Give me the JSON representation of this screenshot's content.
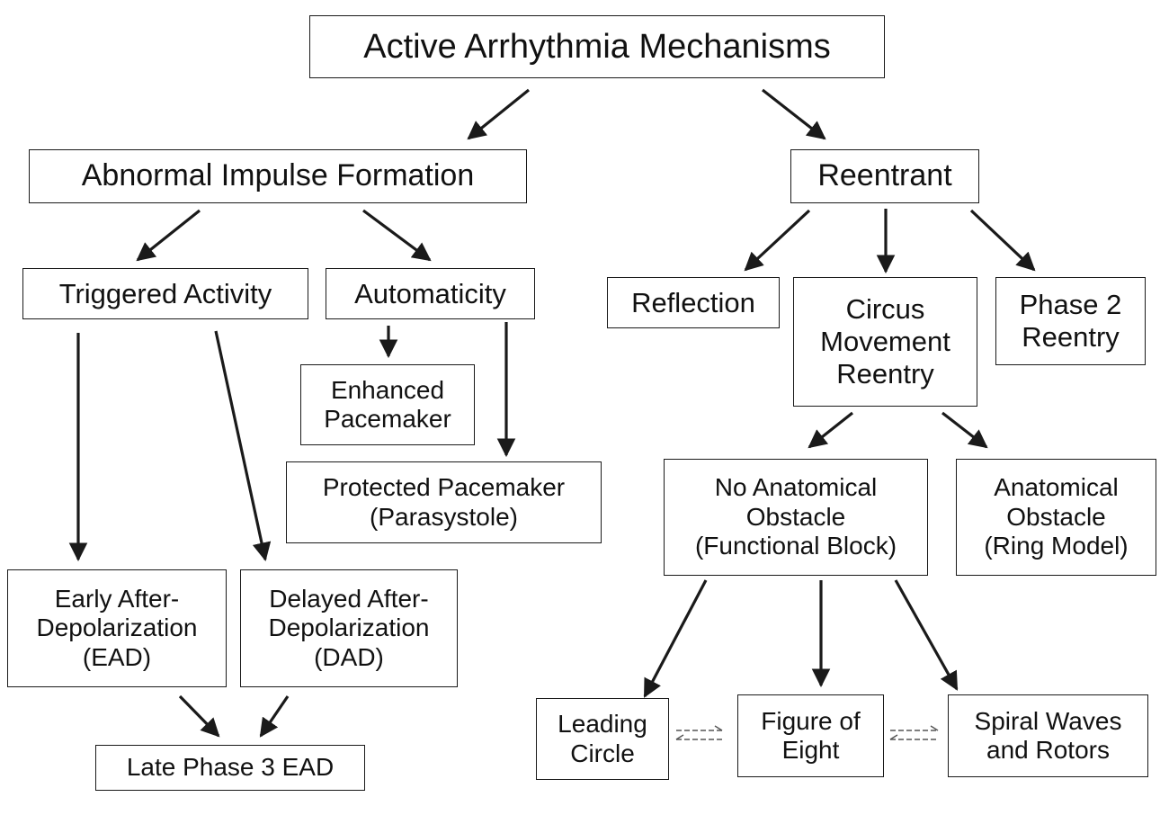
{
  "title": "Active Arrhythmia Mechanisms",
  "nodes": {
    "abnormal": "Abnormal Impulse Formation",
    "reentrant": "Reentrant",
    "triggered": "Triggered Activity",
    "automaticity": "Automaticity",
    "enhanced": "Enhanced\nPacemaker",
    "protected": "Protected Pacemaker\n(Parasystole)",
    "ead": "Early After-\nDepolarization\n(EAD)",
    "dad": "Delayed After-\nDepolarization\n(DAD)",
    "late": "Late Phase 3 EAD",
    "reflection": "Reflection",
    "circus": "Circus\nMovement\nReentry",
    "phase2": "Phase 2\nReentry",
    "no_anatomical": "No Anatomical\nObstacle\n(Functional Block)",
    "anatomical": "Anatomical\nObstacle\n(Ring Model)",
    "leading": "Leading\nCircle",
    "figure8": "Figure of\nEight",
    "spiral": "Spiral Waves\nand Rotors"
  },
  "colors": {
    "line": "#1a1a1a",
    "dashed": "#555555"
  }
}
